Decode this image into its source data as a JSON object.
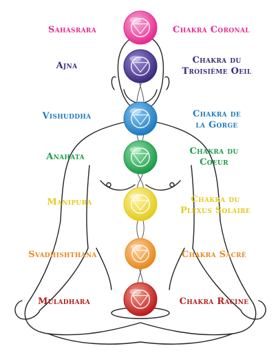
{
  "chakras": [
    {
      "sanskrit": "Sahasrara",
      "french_l1": "Chakra Coronal",
      "french_l2": "",
      "color": "#e62b8f",
      "light": "#f7a8d4"
    },
    {
      "sanskrit": "Ajna",
      "french_l1": "Chakra du",
      "french_l2": "Troisième Oeil",
      "color": "#3a2b7a",
      "light": "#9a86d8"
    },
    {
      "sanskrit": "Vishuddha",
      "french_l1": "Chakra de",
      "french_l2": "la Gorge",
      "color": "#1f7bc0",
      "light": "#86c4f0"
    },
    {
      "sanskrit": "Anahata",
      "french_l1": "Chakra du",
      "french_l2": "Coeur",
      "color": "#1f9a4a",
      "light": "#8ee0a8"
    },
    {
      "sanskrit": "Manipura",
      "french_l1": "Chakra du",
      "french_l2": "Plexus Solaire",
      "color": "#e3cc1f",
      "light": "#fff2a0"
    },
    {
      "sanskrit": "Svadhishthana",
      "french_l1": "Chakra Sacré",
      "french_l2": "",
      "color": "#e8891f",
      "light": "#ffd09a"
    },
    {
      "sanskrit": "Muladhara",
      "french_l1": "Chakra Racine",
      "french_l2": "",
      "color": "#b81c1c",
      "light": "#f59a8a"
    }
  ]
}
